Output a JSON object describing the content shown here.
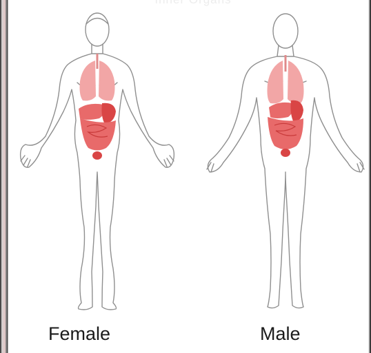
{
  "title": "Inner Organs",
  "labels": {
    "female": "Female",
    "male": "Male"
  },
  "colors": {
    "outline": "#8f8f8f",
    "organ_light": "#f2a6a6",
    "organ_mid": "#e86a6a",
    "organ_dark": "#d94545"
  },
  "figures": [
    {
      "name": "female-figure",
      "organs": [
        "lungs",
        "stomach",
        "intestines",
        "bladder"
      ]
    },
    {
      "name": "male-figure",
      "organs": [
        "lungs",
        "stomach",
        "intestines",
        "bladder"
      ]
    }
  ]
}
